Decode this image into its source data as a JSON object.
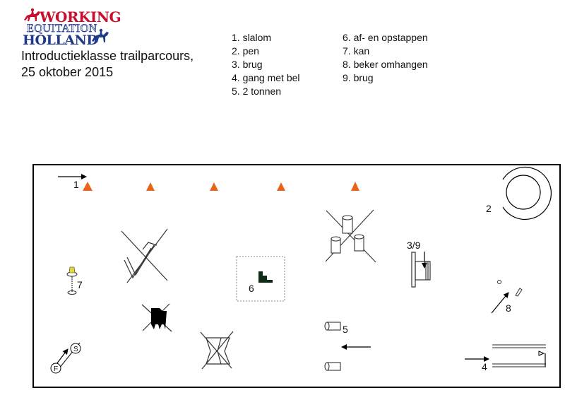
{
  "logo": {
    "line1": "WORKING",
    "line2": "EQUITATION",
    "line3": "HOLLAND",
    "colors": {
      "red": "#c8102e",
      "blue": "#1f3a8a"
    }
  },
  "title": {
    "line1": "Introductieklasse trailparcours,",
    "line2": "25 oktober 2015"
  },
  "obstacles_col1": [
    "1. slalom",
    "2. pen",
    "3. brug",
    "4. gang met bel",
    "5. 2 tonnen"
  ],
  "obstacles_col2": [
    "6. af- en opstappen",
    "7. kan",
    "8. beker omhangen",
    "9. brug"
  ],
  "course": {
    "labels": {
      "start": "1",
      "pen": "2",
      "bridge": "3/9",
      "corridor": "4",
      "barrels": "5",
      "dismount": "6",
      "jug": "7",
      "cup": "8"
    },
    "letters": {
      "f": "F",
      "s": "S"
    },
    "colors": {
      "cone": "#e8641b",
      "step": "#0d2a14"
    }
  }
}
